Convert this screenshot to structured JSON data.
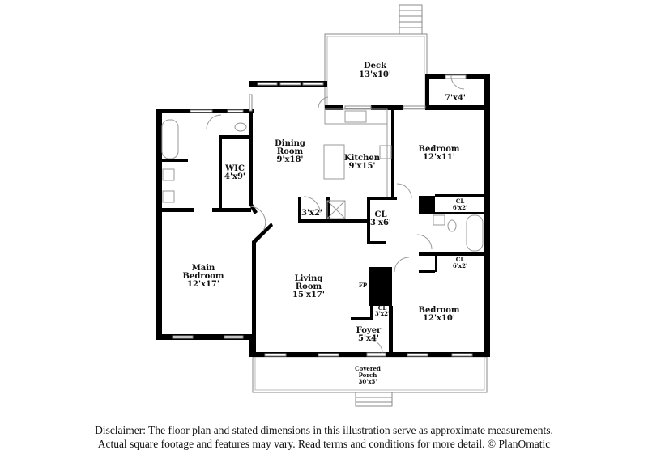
{
  "rooms": {
    "deck": {
      "name": "Deck",
      "size": "13'x10'"
    },
    "closet_top": {
      "size": "7'x4'"
    },
    "dining": {
      "name1": "Dining",
      "name2": "Room",
      "size": "9'x18'"
    },
    "kitchen": {
      "name": "Kitchen",
      "size": "9'x15'"
    },
    "bedroom1": {
      "name": "Bedroom",
      "size": "12'x11'"
    },
    "wic": {
      "name": "WIC",
      "size": "4'x9'"
    },
    "closet_small": {
      "size": "3'x2'"
    },
    "cl_hall": {
      "name": "CL",
      "size": "3'x6'"
    },
    "cl_b1": {
      "name": "CL",
      "size": "6'x2'"
    },
    "cl_b2": {
      "name": "CL",
      "size": "6'x2'"
    },
    "main_bedroom": {
      "name1": "Main",
      "name2": "Bedroom",
      "size": "12'x17'"
    },
    "living": {
      "name1": "Living",
      "name2": "Room",
      "size": "15'x17'"
    },
    "fireplace": {
      "name": "FP"
    },
    "cl_foyer": {
      "name": "CL",
      "size": "3'x2'"
    },
    "foyer": {
      "name": "Foyer",
      "size": "5'x4'"
    },
    "bedroom2": {
      "name": "Bedroom",
      "size": "12'x10'"
    },
    "porch": {
      "name1": "Covered",
      "name2": "Porch",
      "size": "30'x5'"
    }
  },
  "disclaimer": {
    "line1": "Disclaimer: The floor plan and stated dimensions in this illustration serve as approximate measurements.",
    "line2": "Actual square footage and features may vary. Read terms and conditions for more detail. © PlanOmatic"
  }
}
